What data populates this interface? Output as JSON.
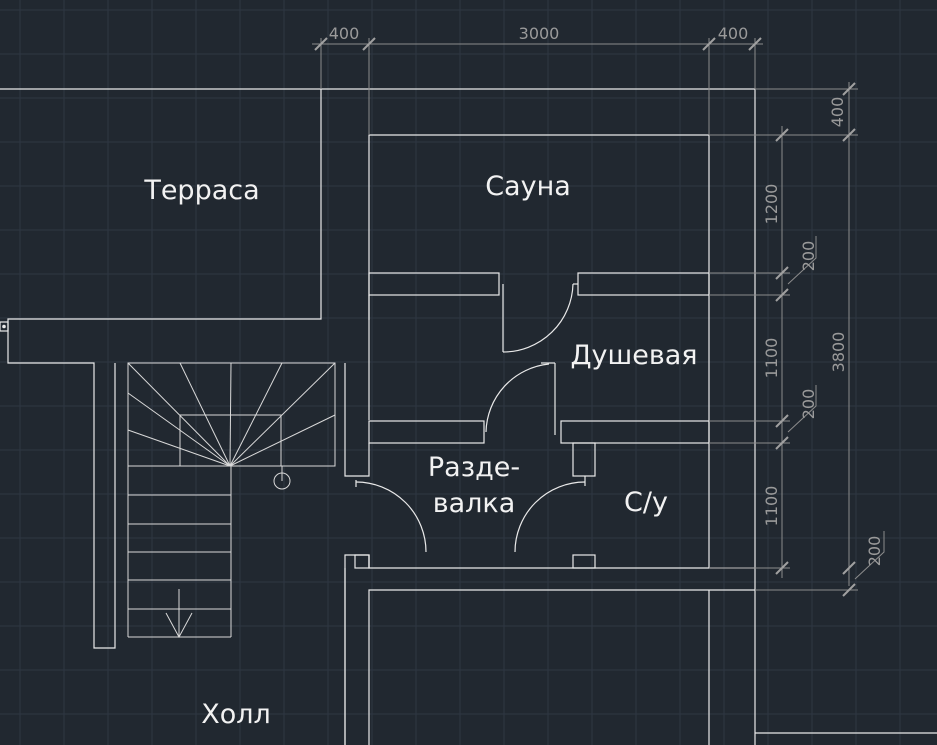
{
  "rooms": {
    "terrace": "Терраса",
    "sauna": "Сауна",
    "shower": "Душевая",
    "dressing_line1": "Разде-",
    "dressing_line2": "валка",
    "wc": "С/у",
    "hall": "Холл"
  },
  "dimensions": {
    "top_left": "400",
    "top_middle": "3000",
    "top_right": "400",
    "right_400": "400",
    "right_1200": "1200",
    "right_200_a": "200",
    "right_1100_a": "1100",
    "right_3800": "3800",
    "right_200_b": "200",
    "right_1100_b": "1100",
    "right_200_c": "200"
  },
  "colors": {
    "background": "#212830",
    "walls": "#e9e9e9",
    "dimensions": "#9a9a9a",
    "grid": "#2e3742"
  }
}
